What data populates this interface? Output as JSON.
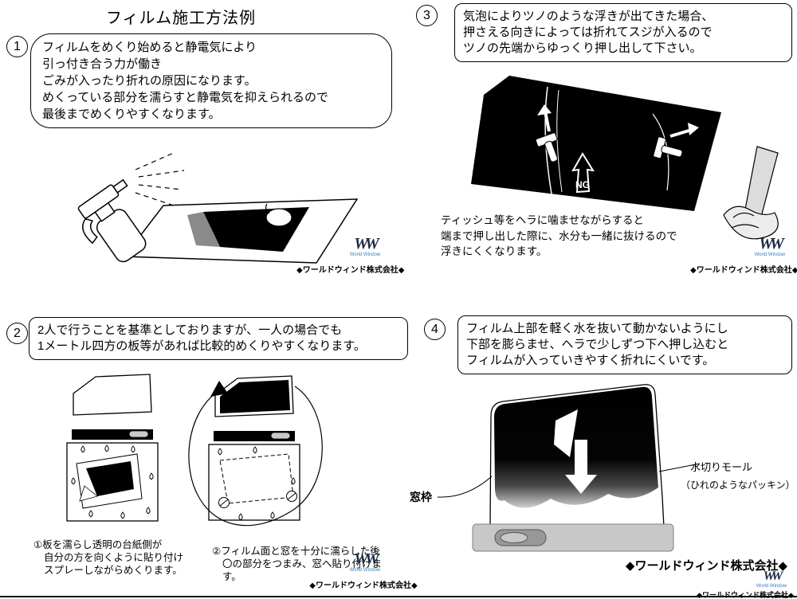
{
  "title": "フィルム施工方法例",
  "company": {
    "small": "◆ワールドウィンド株式会社◆",
    "bold": "◆ワールドウィンド株式会社◆"
  },
  "logo": {
    "mark": "WW",
    "subtext": "World Window"
  },
  "colors": {
    "ink": "#000000",
    "logo_navy": "#1b2a45",
    "logo_blue": "#3f7fc1"
  },
  "steps": {
    "s1": {
      "number": "1",
      "lines": [
        "フィルムをめくり始めると静電気により",
        "引っ付き合う力が働き",
        "ごみが入ったり折れの原因になります。",
        "めくっている部分を濡らすと静電気を抑えられるので",
        "最後までめくりやすくなります。"
      ]
    },
    "s2": {
      "number": "2",
      "lines": [
        "2人で行うことを基準としておりますが、一人の場合でも",
        "1メートル四方の板等があれば比較的めくりやすくなります。"
      ],
      "caption1": [
        "①板を濡らし透明の台紙側が",
        "自分の方を向くように貼り付け",
        "スプレーしながらめくります。"
      ],
      "caption2": [
        "②フィルム面と窓を十分に濡らした後",
        "〇の部分をつまみ、窓へ貼り付けます。"
      ]
    },
    "s3": {
      "number": "3",
      "lines": [
        "気泡によりツノのような浮きが出てきた場合、",
        "押さえる向きによっては折れてスジが入るので",
        "ツノの先端からゆっくり押し出して下さい。"
      ],
      "note": [
        "ティッシュ等をヘラに噛ませながらすると",
        "端まで押し出した際に、水分も一緒に抜けるので",
        "浮きにくくなります。"
      ],
      "ng": "NG"
    },
    "s4": {
      "number": "4",
      "lines": [
        "フィルム上部を軽く水を抜いて動かないようにし",
        "下部を膨らませ、ヘラで少しずつ下へ押し込むと",
        "フィルムが入っていきやすく折れにくいです。"
      ],
      "window_frame_label": "窓枠",
      "molding_label": "水切りモール",
      "molding_note": "（ひれのようなパッキン）"
    }
  }
}
